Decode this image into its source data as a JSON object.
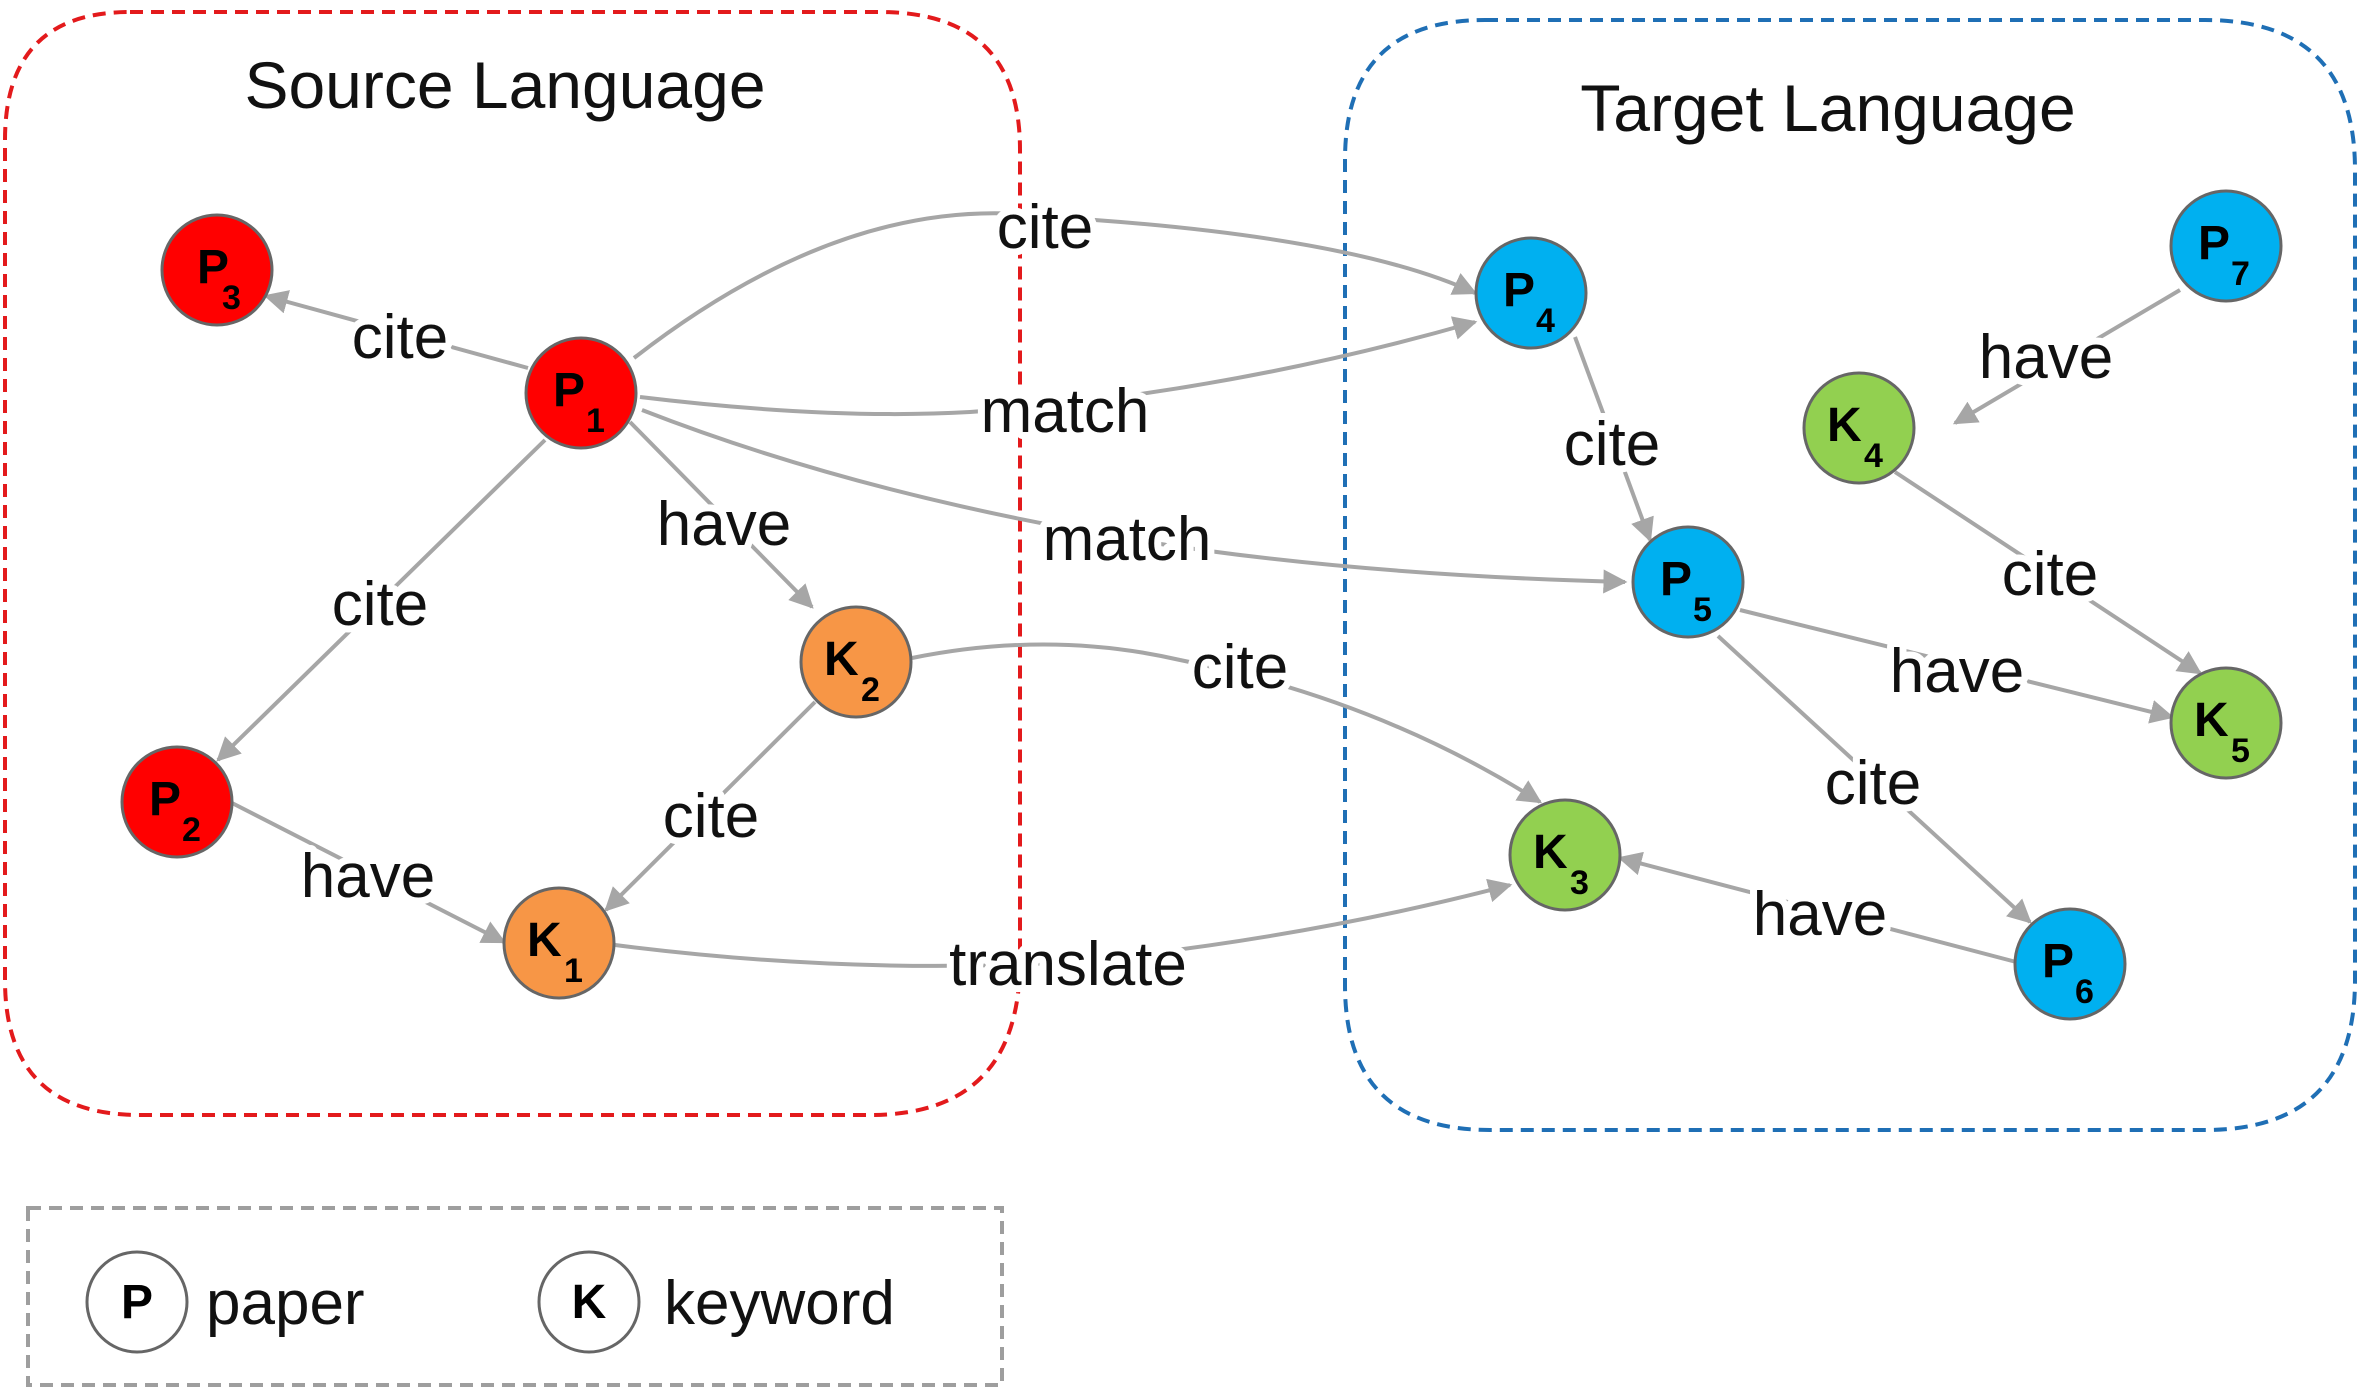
{
  "regions": {
    "source": {
      "label": "Source Language",
      "color": "#e31a1c"
    },
    "target": {
      "label": "Target Language",
      "color": "#1f6fb5"
    }
  },
  "nodes": [
    {
      "id": "P3",
      "letter": "P",
      "sub": "3",
      "kind": "paper",
      "fill": "#ff0000"
    },
    {
      "id": "P1",
      "letter": "P",
      "sub": "1",
      "kind": "paper",
      "fill": "#ff0000"
    },
    {
      "id": "P2",
      "letter": "P",
      "sub": "2",
      "kind": "paper",
      "fill": "#ff0000"
    },
    {
      "id": "K2",
      "letter": "K",
      "sub": "2",
      "kind": "keyword",
      "fill": "#f79646"
    },
    {
      "id": "K1",
      "letter": "K",
      "sub": "1",
      "kind": "keyword",
      "fill": "#f79646"
    },
    {
      "id": "P4",
      "letter": "P",
      "sub": "4",
      "kind": "paper",
      "fill": "#00b0f0"
    },
    {
      "id": "P5",
      "letter": "P",
      "sub": "5",
      "kind": "paper",
      "fill": "#00b0f0"
    },
    {
      "id": "P6",
      "letter": "P",
      "sub": "6",
      "kind": "paper",
      "fill": "#00b0f0"
    },
    {
      "id": "P7",
      "letter": "P",
      "sub": "7",
      "kind": "paper",
      "fill": "#00b0f0"
    },
    {
      "id": "K3",
      "letter": "K",
      "sub": "3",
      "kind": "keyword",
      "fill": "#92d050"
    },
    {
      "id": "K4",
      "letter": "K",
      "sub": "4",
      "kind": "keyword",
      "fill": "#92d050"
    },
    {
      "id": "K5",
      "letter": "K",
      "sub": "5",
      "kind": "keyword",
      "fill": "#92d050"
    }
  ],
  "edges": [
    {
      "from": "P1",
      "to": "P3",
      "label": "cite"
    },
    {
      "from": "P1",
      "to": "P4",
      "label": "cite"
    },
    {
      "from": "P1",
      "to": "P4",
      "label": "match"
    },
    {
      "from": "P1",
      "to": "P5",
      "label": "match"
    },
    {
      "from": "P1",
      "to": "P2",
      "label": "cite"
    },
    {
      "from": "P1",
      "to": "K2",
      "label": "have"
    },
    {
      "from": "K2",
      "to": "K3",
      "label": "cite"
    },
    {
      "from": "K2",
      "to": "K1",
      "label": "cite"
    },
    {
      "from": "P2",
      "to": "K1",
      "label": "have"
    },
    {
      "from": "K1",
      "to": "K3",
      "label": "translate"
    },
    {
      "from": "P4",
      "to": "P5",
      "label": "cite"
    },
    {
      "from": "P7",
      "to": "K4",
      "label": "have"
    },
    {
      "from": "K4",
      "to": "K5",
      "label": "cite"
    },
    {
      "from": "P5",
      "to": "K5",
      "label": "have"
    },
    {
      "from": "P5",
      "to": "P6",
      "label": "cite"
    },
    {
      "from": "P6",
      "to": "K3",
      "label": "have"
    }
  ],
  "legend": {
    "paper": {
      "letter": "P",
      "label": "paper"
    },
    "keyword": {
      "letter": "K",
      "label": "keyword"
    }
  }
}
